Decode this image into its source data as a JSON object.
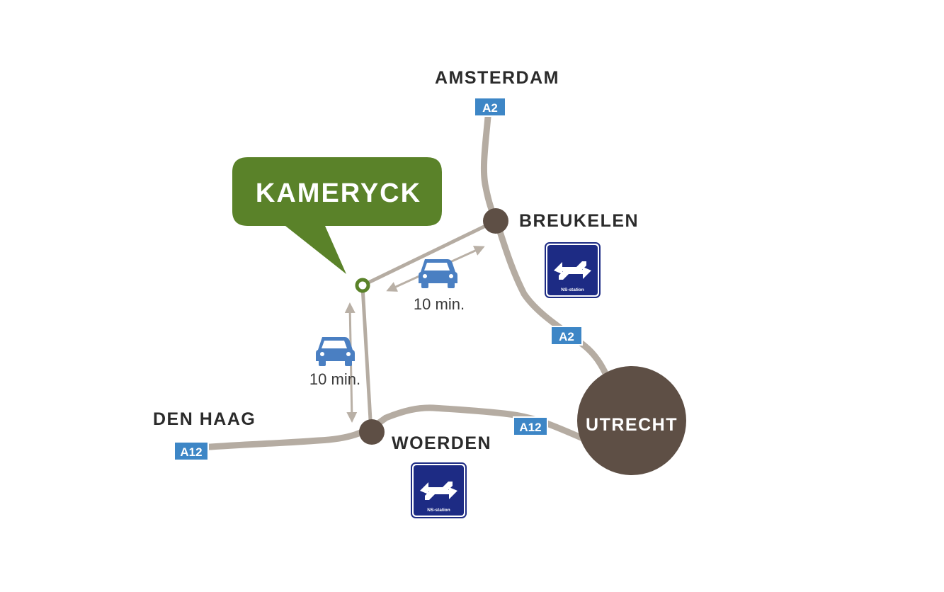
{
  "destination": {
    "name": "KAMERYCK"
  },
  "cities": {
    "amsterdam": "AMSTERDAM",
    "breukelen": "BREUKELEN",
    "den_haag": "DEN HAAG",
    "woerden": "WOERDEN",
    "utrecht": "UTRECHT"
  },
  "roads": {
    "a2_north": "A2",
    "a2_south": "A2",
    "a12_west": "A12",
    "a12_east": "A12"
  },
  "travel_times": {
    "to_breukelen": "10 min.",
    "to_woerden": "10 min."
  },
  "stations": {
    "breukelen_label": "NS-station",
    "woerden_label": "NS-station"
  },
  "colors": {
    "road": "#b5aca2",
    "city_dot": "#5e4f45",
    "destination_green": "#5a8229",
    "road_shield": "#3d86c6",
    "ns_blue": "#1d2b84",
    "car_blue": "#4a7fc2",
    "arrow": "#b9b0a6"
  },
  "icons": [
    "car-icon",
    "ns-station-icon",
    "location-marker-icon",
    "double-arrow-icon"
  ]
}
